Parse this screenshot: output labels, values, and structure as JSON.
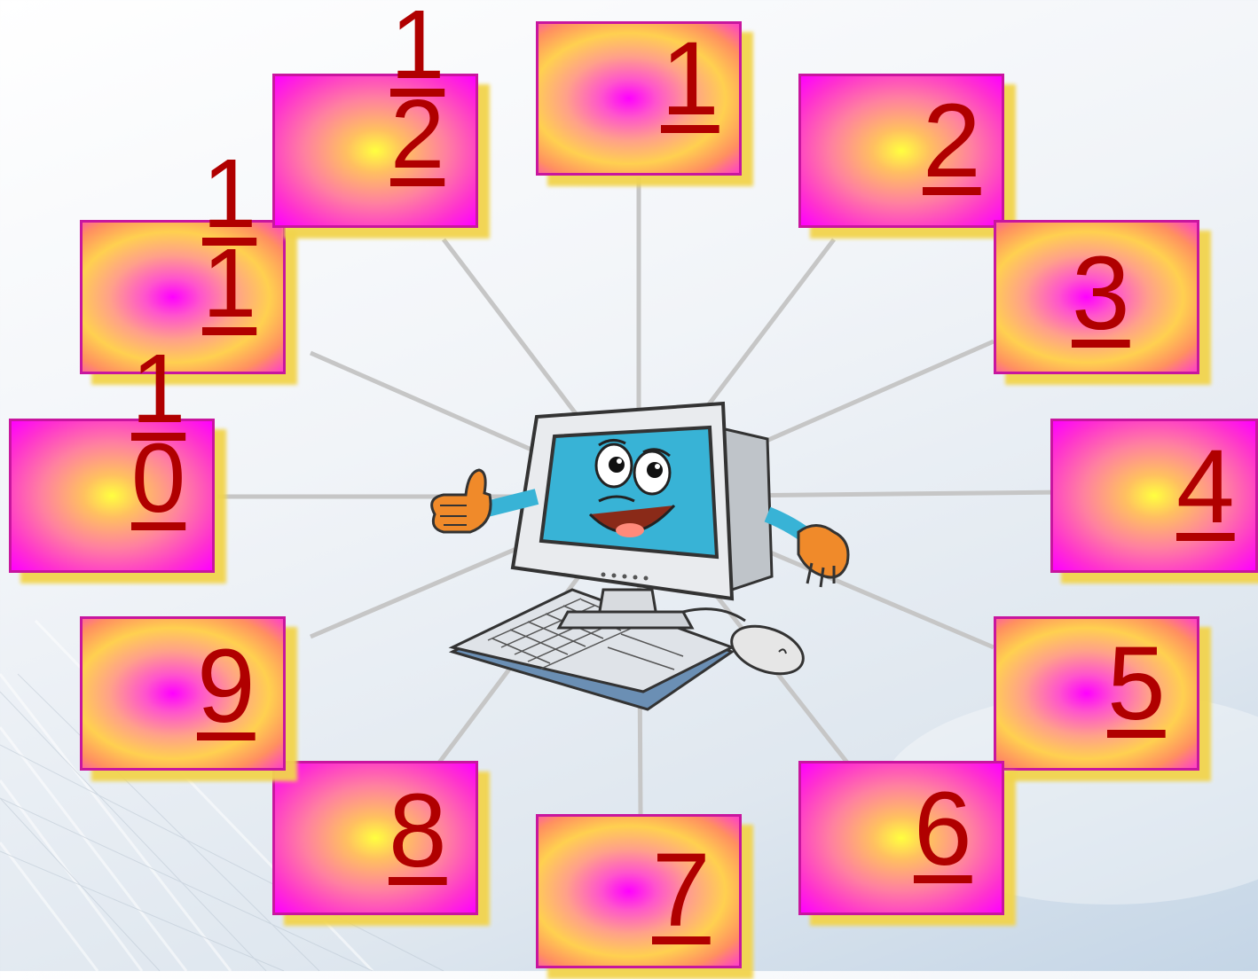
{
  "tiles": [
    {
      "label": "1"
    },
    {
      "label": "2"
    },
    {
      "label": "3"
    },
    {
      "label": "4"
    },
    {
      "label": "5"
    },
    {
      "label": "6"
    },
    {
      "label": "7"
    },
    {
      "label": "8"
    },
    {
      "label": "9"
    },
    {
      "label": "1\n0"
    },
    {
      "label": "1\n1"
    },
    {
      "label": "1\n2"
    }
  ],
  "colors": {
    "tile_border": "#c8169e",
    "number": "#b00000",
    "shadow": "#f2d44d",
    "spoke": "#c6c6c6"
  },
  "mascot": {
    "icon": "computer-mascot-icon"
  }
}
